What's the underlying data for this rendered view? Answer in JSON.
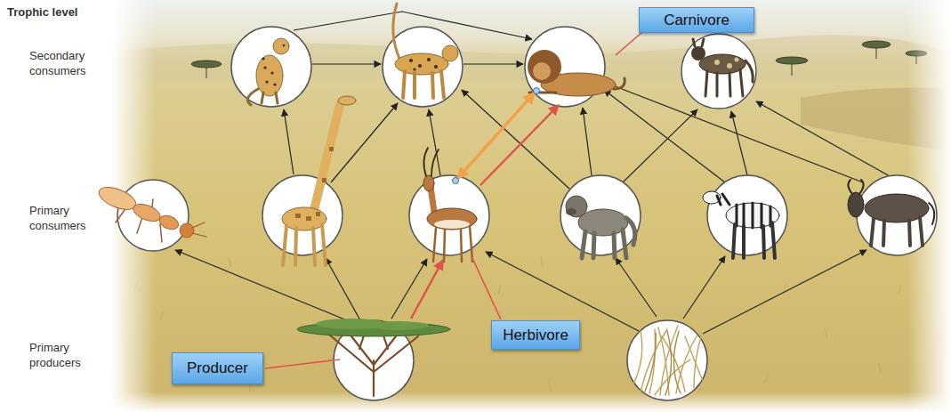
{
  "diagram": {
    "nodes": [
      {
        "text": [
          "Carnivore"
        ]
      },
      {
        "text": [
          "Herbivore"
        ]
      },
      {
        "text": [
          "Producer"
        ]
      }
    ],
    "labels": [
      "Trophic level",
      "Secondary consumers",
      "Primary consumers",
      "Primary producers"
    ]
  }
}
